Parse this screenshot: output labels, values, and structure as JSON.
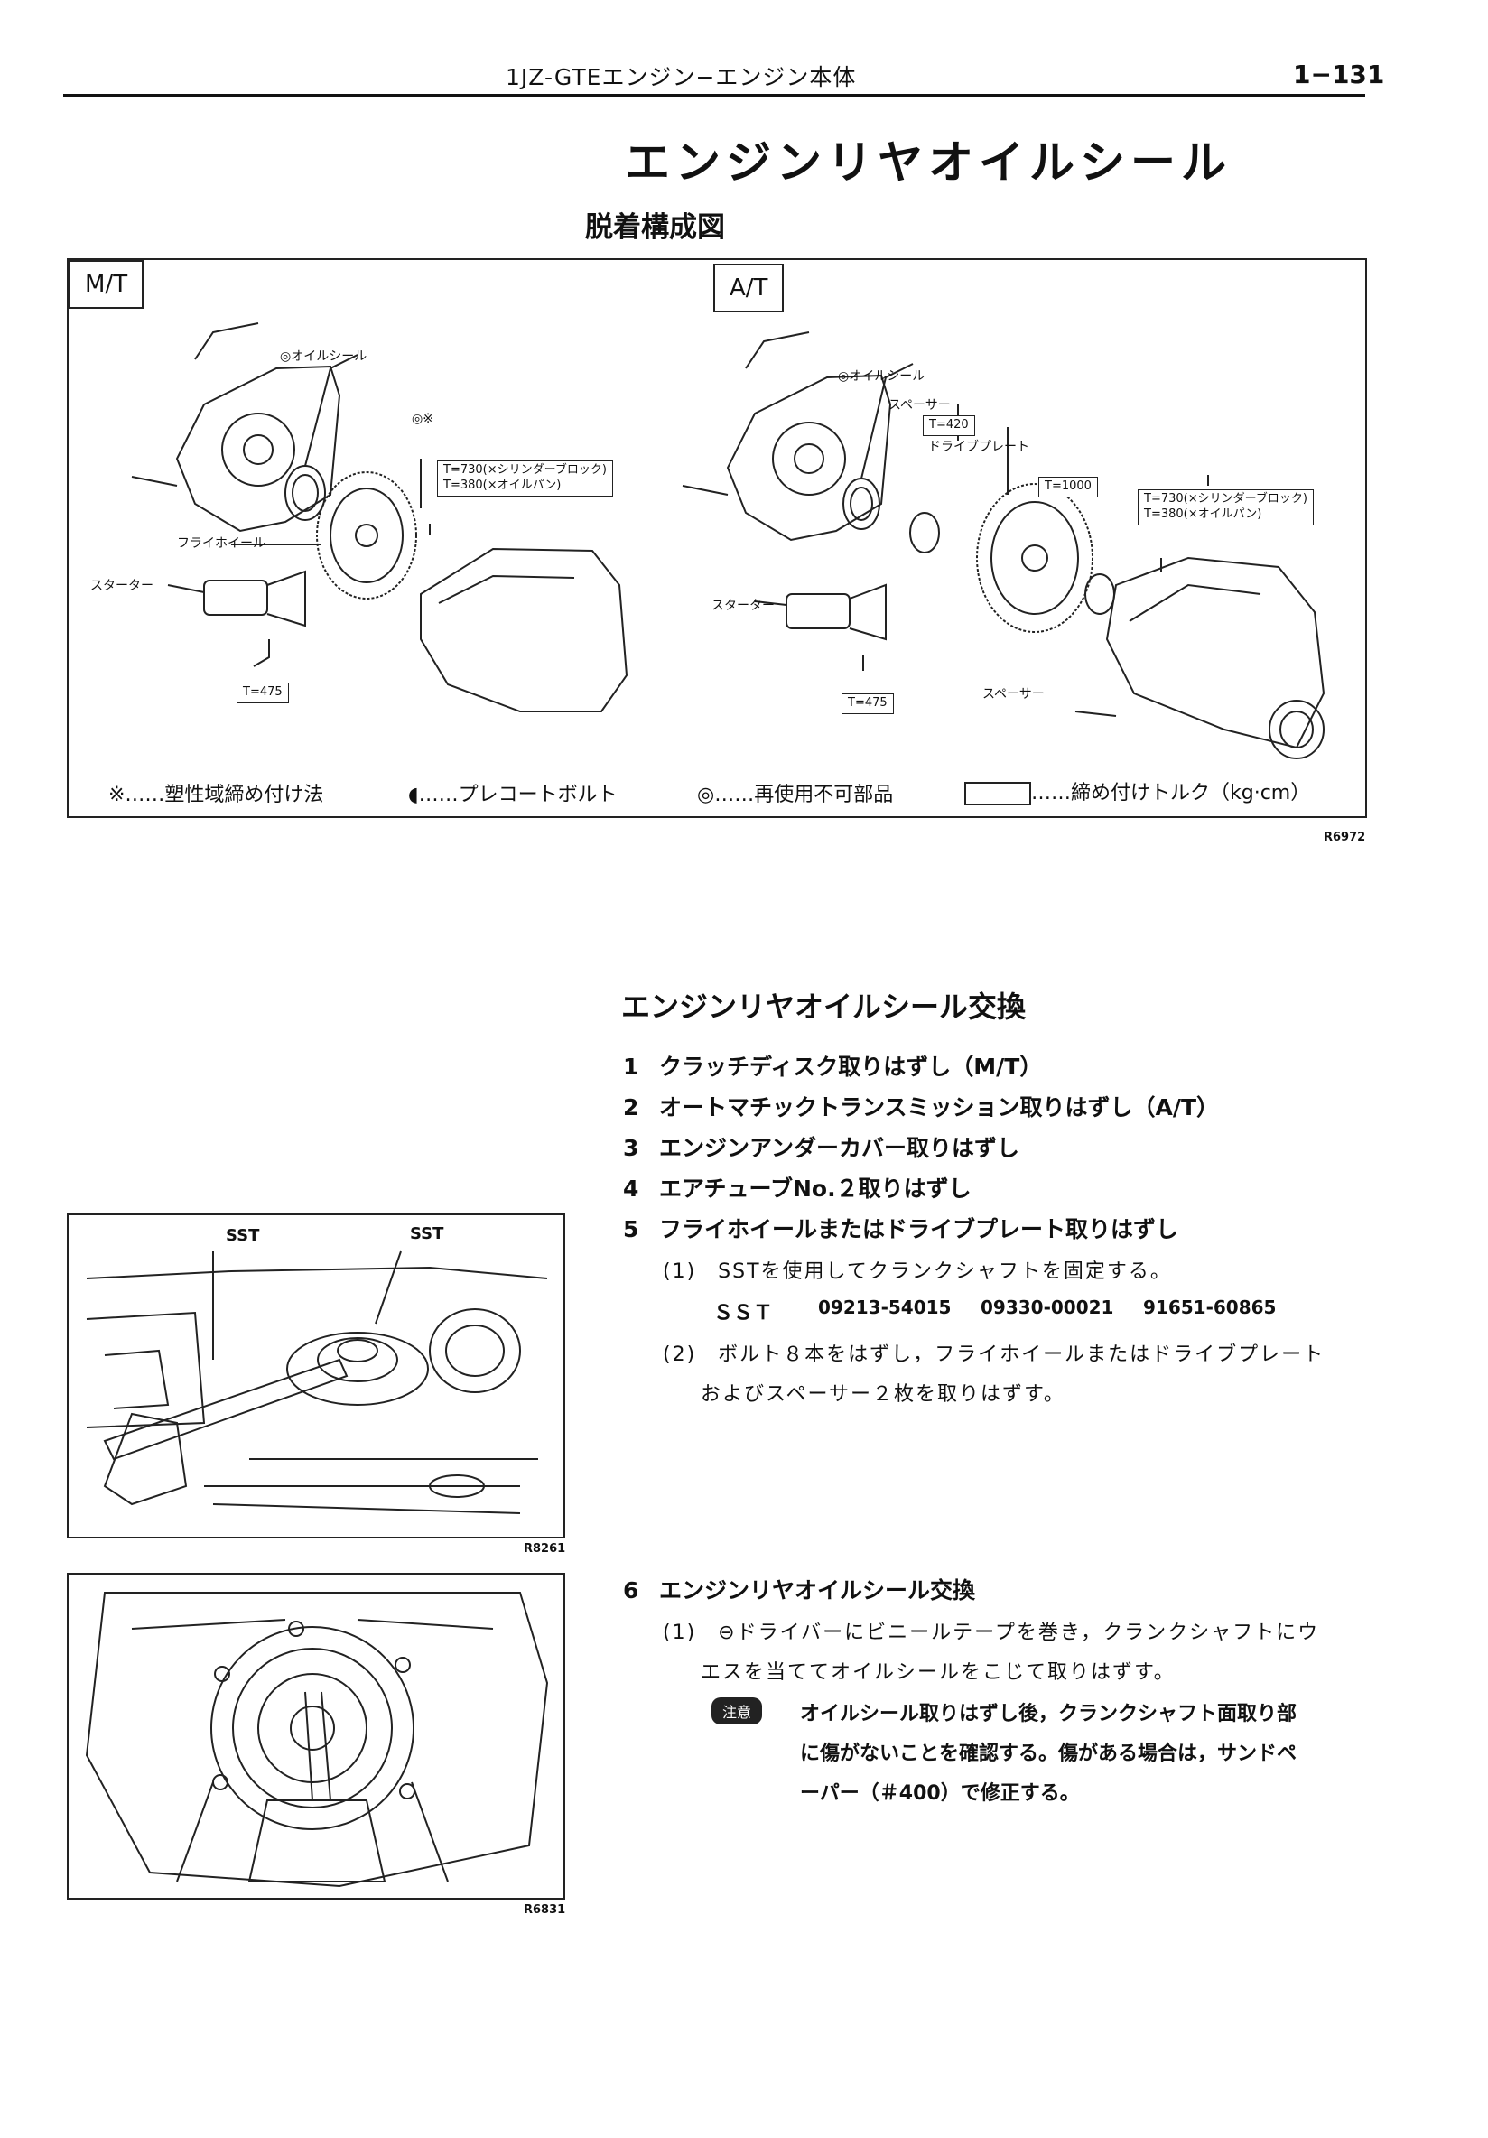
{
  "header": {
    "title": "1JZ-GTEエンジン−エンジン本体",
    "page_number": "1−131"
  },
  "title": "エンジンリヤオイルシール",
  "subtitle": "脱着構成図",
  "diagram": {
    "mt": {
      "tag": "M/T",
      "labels": {
        "oil_seal": "◎オイルシール",
        "bolt": "◎※",
        "flywheel": "フライホイール",
        "starter": "スターター"
      },
      "torques": {
        "block": "T=730(×シリンダーブロック)",
        "pan": "T=380(×オイルパン)",
        "starter": "T=475"
      }
    },
    "at": {
      "tag": "A/T",
      "labels": {
        "oil_seal": "◎オイルシール",
        "spacer_top": "スペーサー",
        "drive_plate": "ドライブプレート",
        "starter": "スターター",
        "spacer_bottom": "スペーサー"
      },
      "torques": {
        "spacer": "T=420",
        "drive_plate": "T=1000",
        "block": "T=730(×シリンダーブロック)",
        "pan": "T=380(×オイルパン)",
        "starter": "T=475"
      }
    },
    "legend": {
      "plastic": "※……塑性域締め付け法",
      "precoat": "◖……プレコートボルト",
      "nonreuse": "◎……再使用不可部品",
      "torque": "……締め付けトルク（kg·cm）"
    },
    "code": "R6972"
  },
  "section": {
    "heading": "エンジンリヤオイルシール交換",
    "steps": [
      {
        "num": "1",
        "text": "クラッチディスク取りはずし（M/T）"
      },
      {
        "num": "2",
        "text": "オートマチックトランスミッション取りはずし（A/T）"
      },
      {
        "num": "3",
        "text": "エンジンアンダーカバー取りはずし"
      },
      {
        "num": "4",
        "text": "エアチューブNo.２取りはずし"
      },
      {
        "num": "5",
        "text": "フライホイールまたはドライブプレート取りはずし"
      }
    ],
    "step5_sub1": "(1)　SSTを使用してクランクシャフトを固定する。",
    "sst_label": "ＳＳＴ",
    "sst_codes": [
      "09213-54015",
      "09330-00021",
      "91651-60865"
    ],
    "step5_sub2_line1": "(2)　ボルト８本をはずし，フライホイールまたはドライブプレート",
    "step5_sub2_line2": "およびスペーサー２枚を取りはずす。",
    "step6": {
      "num": "6",
      "text": "エンジンリヤオイルシール交換"
    },
    "step6_sub1_line1": "(1)　⊖ドライバーにビニールテープを巻き，クランクシャフトにウ",
    "step6_sub1_line2": "エスを当ててオイルシールをこじて取りはずす。",
    "caution_label": "注意",
    "caution_line1": "オイルシール取りはずし後，クランクシャフト面取り部",
    "caution_line2": "に傷がないことを確認する。傷がある場合は，サンドペ",
    "caution_line3": "ーパー（＃400）で修正する。"
  },
  "figure1": {
    "sst_left": "SST",
    "sst_right": "SST",
    "code": "R8261"
  },
  "figure2": {
    "code": "R6831"
  }
}
